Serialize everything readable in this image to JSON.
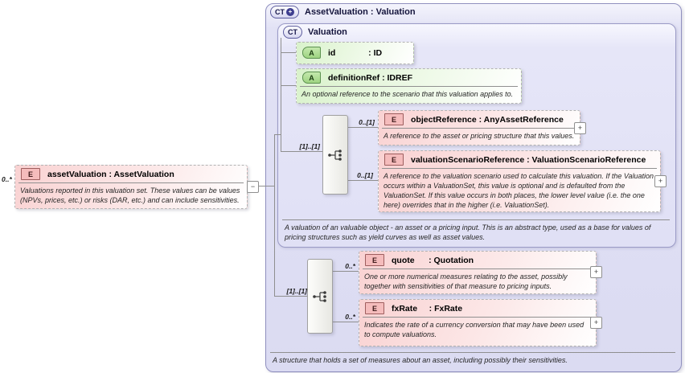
{
  "colors": {
    "panel_lavender": "#dcdcf3",
    "element_pink": "#f9d2d2",
    "attribute_green": "#d9f2cb",
    "line_gray": "#8f8f8f"
  },
  "root_element": {
    "cardinality": "0..*",
    "badge": "E",
    "title": "assetValuation : AssetValuation",
    "description": "Valuations reported in this valuation set. These values can be values (NPVs, prices, etc.) or risks (DAR, etc.) and can include sensitivities.",
    "collapse_glyph": "−"
  },
  "outer_panel": {
    "badge": "CT",
    "plus_glyph": "+",
    "title": "AssetValuation : Valuation",
    "footer": "A structure that holds a set of measures about an asset, including possibly their sensitivities."
  },
  "inner_panel": {
    "badge": "CT",
    "title": "Valuation",
    "footer": "A valuation of an valuable object - an asset or a pricing input. This is an abstract type, used as a base for values of pricing structures such as yield curves as well as asset values."
  },
  "attributes": [
    {
      "badge": "A",
      "title": "id              : ID"
    },
    {
      "badge": "A",
      "title": "definitionRef : IDREF",
      "description": "An optional reference to the scenario that this valuation applies to."
    }
  ],
  "groups": [
    {
      "cardinality": "[1]..[1]"
    },
    {
      "cardinality": "[1]..[1]"
    }
  ],
  "elements": [
    {
      "badge": "E",
      "cardinality": "0..[1]",
      "title": "objectReference : AnyAssetReference",
      "description": "A reference to the asset or pricing structure that this values.",
      "expand_glyph": "+"
    },
    {
      "badge": "E",
      "cardinality": "0..[1]",
      "title": "valuationScenarioReference : ValuationScenarioReference",
      "description": "A reference to the valuation scenario used to calculate this valuation. If the Valuation occurs within a ValuationSet, this value is optional and is defaulted from the ValuationSet. If this value occurs in both places, the lower level value (i.e. the one here) overrides that in the higher (i.e. ValuationSet).",
      "expand_glyph": "+"
    },
    {
      "badge": "E",
      "cardinality": "0..*",
      "title": "quote      : Quotation",
      "description": "One or more numerical measures relating to the asset, possibly together with sensitivities of that measure to pricing inputs.",
      "expand_glyph": "+"
    },
    {
      "badge": "E",
      "cardinality": "0..*",
      "title": "fxRate     : FxRate",
      "description": "Indicates the rate of a currency conversion that may have been used to compute valuations.",
      "expand_glyph": "+"
    }
  ]
}
